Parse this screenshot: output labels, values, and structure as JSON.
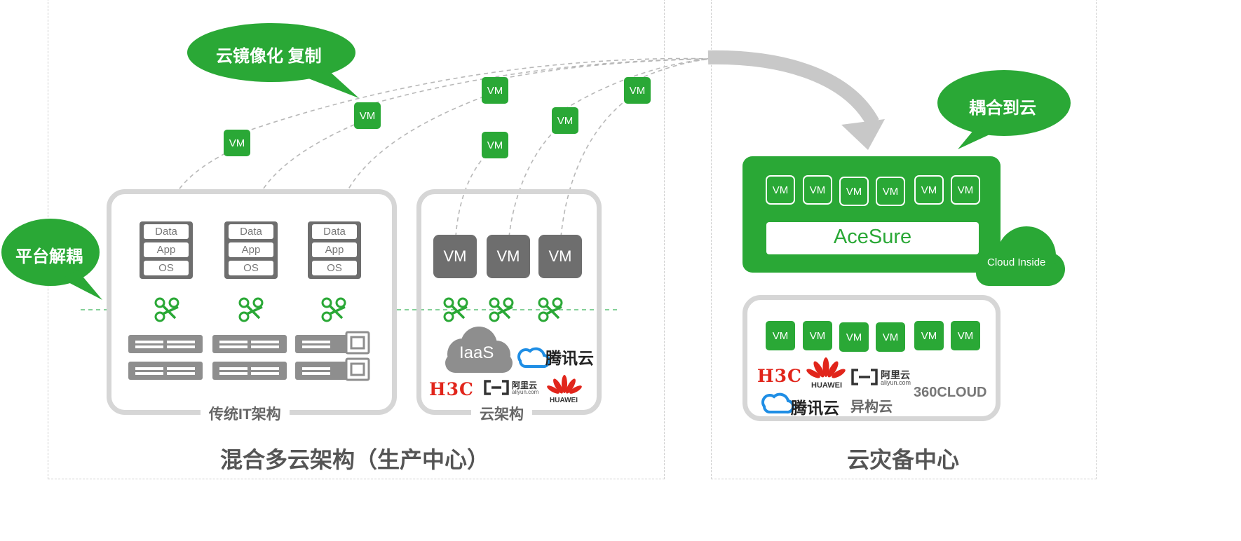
{
  "bubbles": {
    "mirror": "云镜像化 复制",
    "decouple": "平台解耦",
    "couple": "耦合到云"
  },
  "vm_label": "VM",
  "stack_layers": [
    "Data",
    "App",
    "OS"
  ],
  "boxes": {
    "traditional": "传统IT架构",
    "cloud": "云架构"
  },
  "sections": {
    "hybrid": "混合多云架构（生产中心）",
    "dr": "云灾备中心"
  },
  "acesure": {
    "name": "AceSure",
    "cloud_inside": "Cloud Inside"
  },
  "logos": {
    "iaas": "IaaS",
    "tencent": "腾讯云",
    "h3c": "H3C",
    "aliyun": "阿里云",
    "aliyun_sub": "aliyun.com",
    "huawei": "HUAWEI",
    "cloud360": "360CLOUD",
    "hetero": "异构云"
  },
  "colors": {
    "green": "#2aa836",
    "gray": "#6e6e6e",
    "h3c_red": "#e1251b",
    "tencent_blue": "#1f8ee5"
  }
}
